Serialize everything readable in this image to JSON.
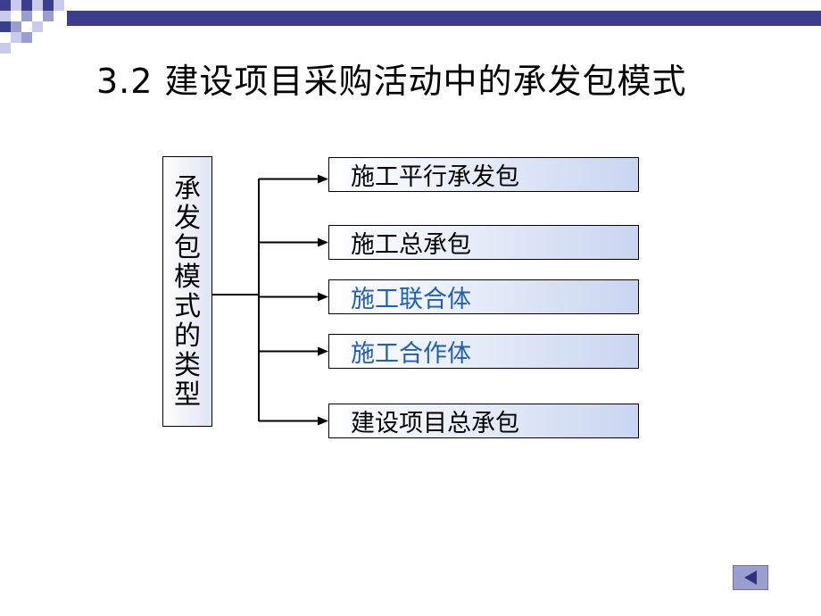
{
  "slide": {
    "title": "3.2 建设项目采购活动中的承发包模式"
  },
  "diagram": {
    "root_chars": [
      "承",
      "发",
      "包",
      "模",
      "式",
      "的",
      "类",
      "型"
    ],
    "nodes": [
      {
        "label": "施工平行承发包",
        "color": "#000000"
      },
      {
        "label": "施工总承包",
        "color": "#000000"
      },
      {
        "label": "施工联合体",
        "color": "#1f5fb8"
      },
      {
        "label": "施工合作体",
        "color": "#1f5fb8"
      },
      {
        "label": "建设项目总承包",
        "color": "#000000"
      }
    ]
  },
  "colors": {
    "accent": "#3b3e8a",
    "deco_light": "#9a9fcf",
    "button": "#9a9fcf"
  },
  "nav": {
    "back_icon": "left-triangle-icon"
  }
}
